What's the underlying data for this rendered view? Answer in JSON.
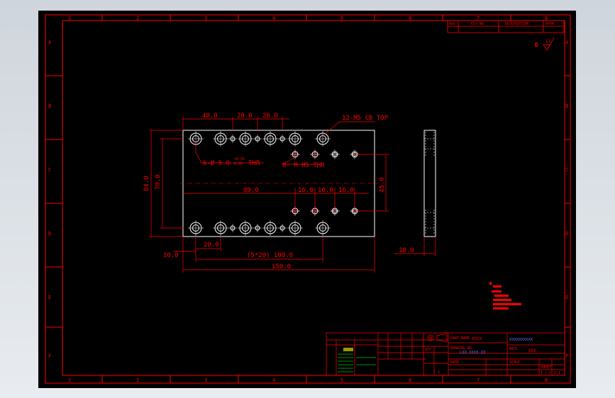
{
  "colors": {
    "viewport_bg": "#d5dbe2",
    "sheet_bg": "#000000",
    "line": "#ff0000",
    "white": "#ffffff",
    "blue_text": "#6a6aff",
    "green": "#00c000",
    "yellow": "#ffff00"
  },
  "sheet": {
    "column_labels": [
      "1",
      "2",
      "3",
      "4",
      "5",
      "6",
      "7",
      "8"
    ],
    "row_labels": [
      "A",
      "B",
      "C",
      "D",
      "E",
      "F"
    ]
  },
  "revision_table": {
    "headers": [
      "Rev",
      "ECn NO",
      "DESCRIPTION",
      "APPR"
    ]
  },
  "roughness": {
    "letter": "D",
    "value": "12"
  },
  "top_view": {
    "dims": {
      "d40": "40.0",
      "d20a": "20.0",
      "d20b": "20.0",
      "d84": "84.0",
      "d70": "70.0",
      "d89": "89.0",
      "d16a": "16.0",
      "d16b": "16.0",
      "d16c": "16.0",
      "d45": "45.0",
      "d10": "10.0",
      "d20bottom": "20.0",
      "d100": "(5*20) 100.0",
      "d150": "150.0"
    },
    "notes": {
      "cb": "12-M5 CB TOP",
      "pin_prefix": "6-Ø  5.0",
      "pin_tol_upper": "+0.01",
      "pin_tol_lower": "0.00",
      "pin_suffix": "THR",
      "tap": "8- M M5 THR"
    }
  },
  "side_view": {
    "dim_thickness": "10.0"
  },
  "title_block": {
    "part_no_label": "PART NAME",
    "part_name": "XXXX",
    "drawing_no_label": "DRAWING NO.",
    "drawing_no": "LXX-XXXX-XX",
    "material_label": "MATL",
    "material": "XXX",
    "qty_label": "QTY",
    "qty": "1",
    "company_name": "XXXXXXXXXX",
    "date_label": "DATE",
    "scale_label": "SCALE",
    "scale": "1:1",
    "sheet_label": "SHEET",
    "sheet": "1 / 1"
  }
}
